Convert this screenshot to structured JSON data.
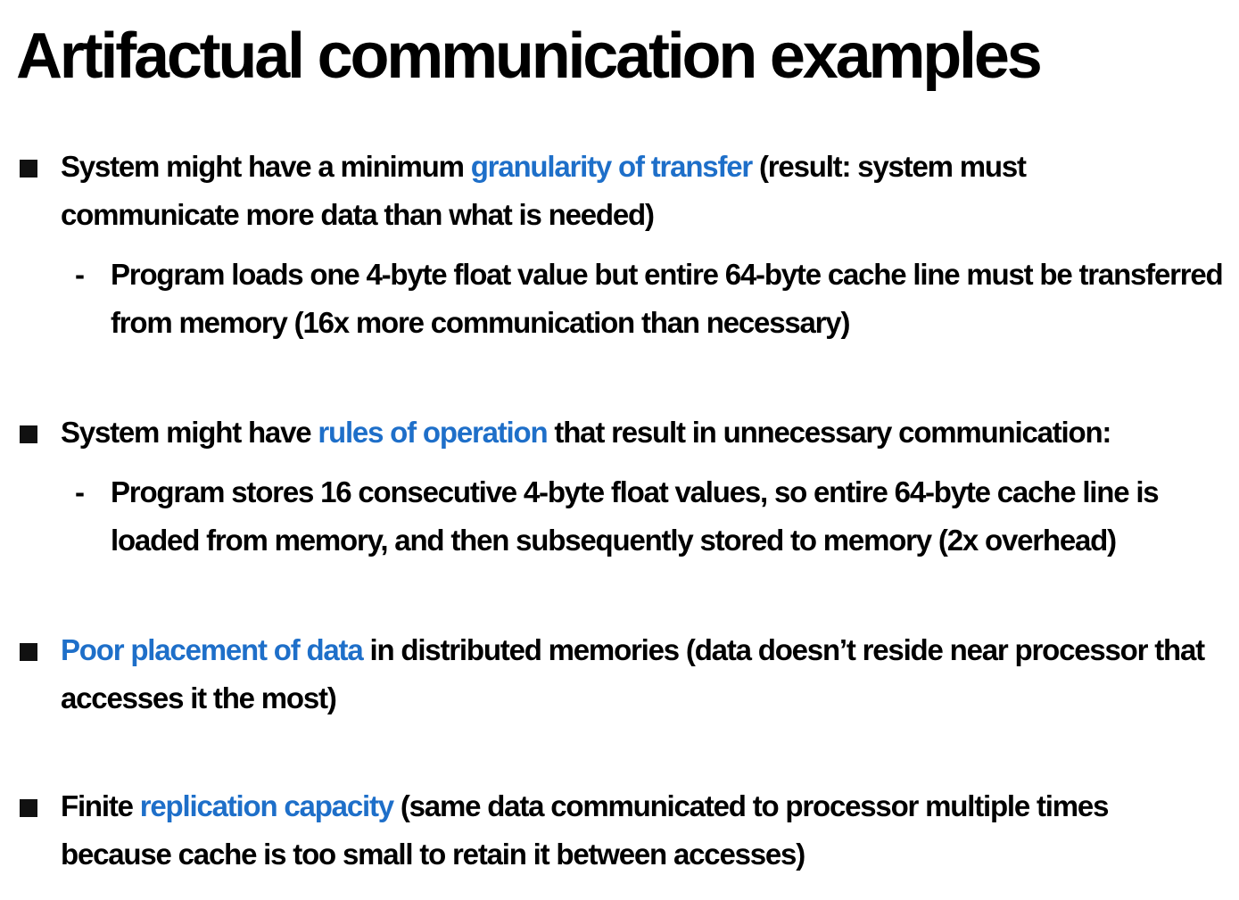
{
  "title": "Artifactual communication examples",
  "bullets": [
    {
      "pre": "System might have a minimum ",
      "highlight": "granularity of transfer",
      "post": " (result: system must communicate more data than what is needed)",
      "sub": {
        "dash": "-",
        "text": "Program loads one 4-byte float value but entire 64-byte cache line must be transferred from memory (16x more communication than necessary)"
      }
    },
    {
      "pre": "System might have ",
      "highlight": "rules of operation",
      "post": " that result in unnecessary communication:",
      "sub": {
        "dash": "-",
        "text": "Program stores 16 consecutive 4-byte float values, so entire 64-byte cache line is loaded from memory, and then subsequently stored to memory (2x overhead)"
      }
    },
    {
      "pre": "",
      "highlight": "Poor placement of data",
      "post": " in distributed memories (data doesn’t reside near processor that accesses it the most)"
    },
    {
      "pre": "Finite ",
      "highlight": "replication capacity",
      "post": " (same data communicated to processor multiple times because cache is too small to retain it between accesses)"
    }
  ],
  "colors": {
    "highlight": "#1e6fc9",
    "text": "#000000",
    "bullet": "#111111"
  }
}
